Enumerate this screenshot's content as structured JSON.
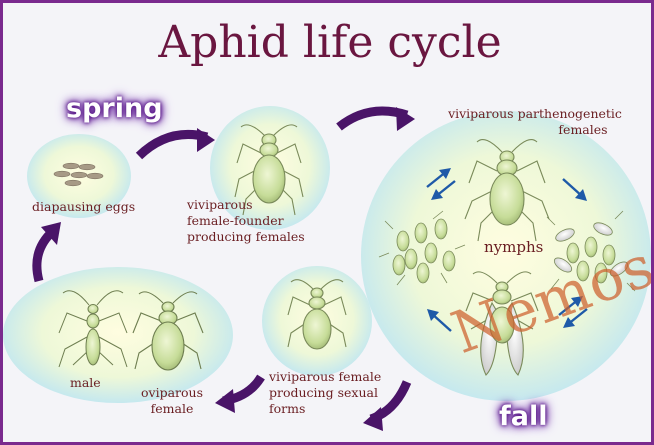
{
  "title": "Aphid life cycle",
  "seasons": {
    "spring": "spring",
    "fall": "fall"
  },
  "labels": {
    "diapausing_eggs": "diapausing eggs",
    "female_founder": [
      "viviparous",
      "female-founder",
      "producing females"
    ],
    "parthenogenetic": [
      "viviparous parthenogenetic",
      "females"
    ],
    "nymphs": "nymphs",
    "sexual_forms": [
      "viviparous female",
      "producing sexual",
      "forms"
    ],
    "oviparous": [
      "oviparous",
      "female"
    ],
    "male": "male"
  },
  "watermark": "Nemose",
  "colors": {
    "frame": "#7a2a8e",
    "cycle_arrow": "#4a1468",
    "swap_arrow": "#1f5aa8",
    "aphid_green": "#c6dc98",
    "label_text": "#6a1e22",
    "title_text": "#6a1640"
  }
}
